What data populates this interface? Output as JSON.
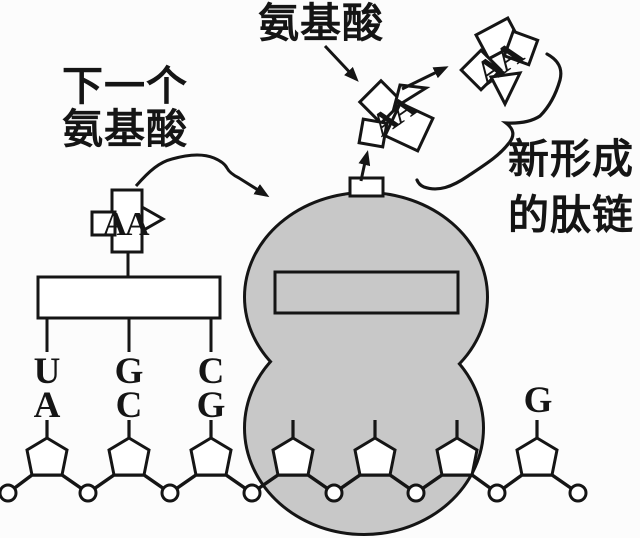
{
  "labels": {
    "amino_acid": "氨基酸",
    "next_amino_acid": [
      "下一个",
      "氨基酸"
    ],
    "new_peptide_chain": [
      "新形成",
      "的肽链"
    ],
    "aa_tag": "AA"
  },
  "trna": {
    "anticodon": [
      "U",
      "G",
      "C"
    ]
  },
  "mrna": {
    "codon": [
      "A",
      "C",
      "G"
    ],
    "downstream_base": "G"
  },
  "colors": {
    "background": "#fcfcfc",
    "outline": "#151515",
    "ribosome_fill": "#c8c8c8",
    "shape_fill": "#ffffff"
  }
}
